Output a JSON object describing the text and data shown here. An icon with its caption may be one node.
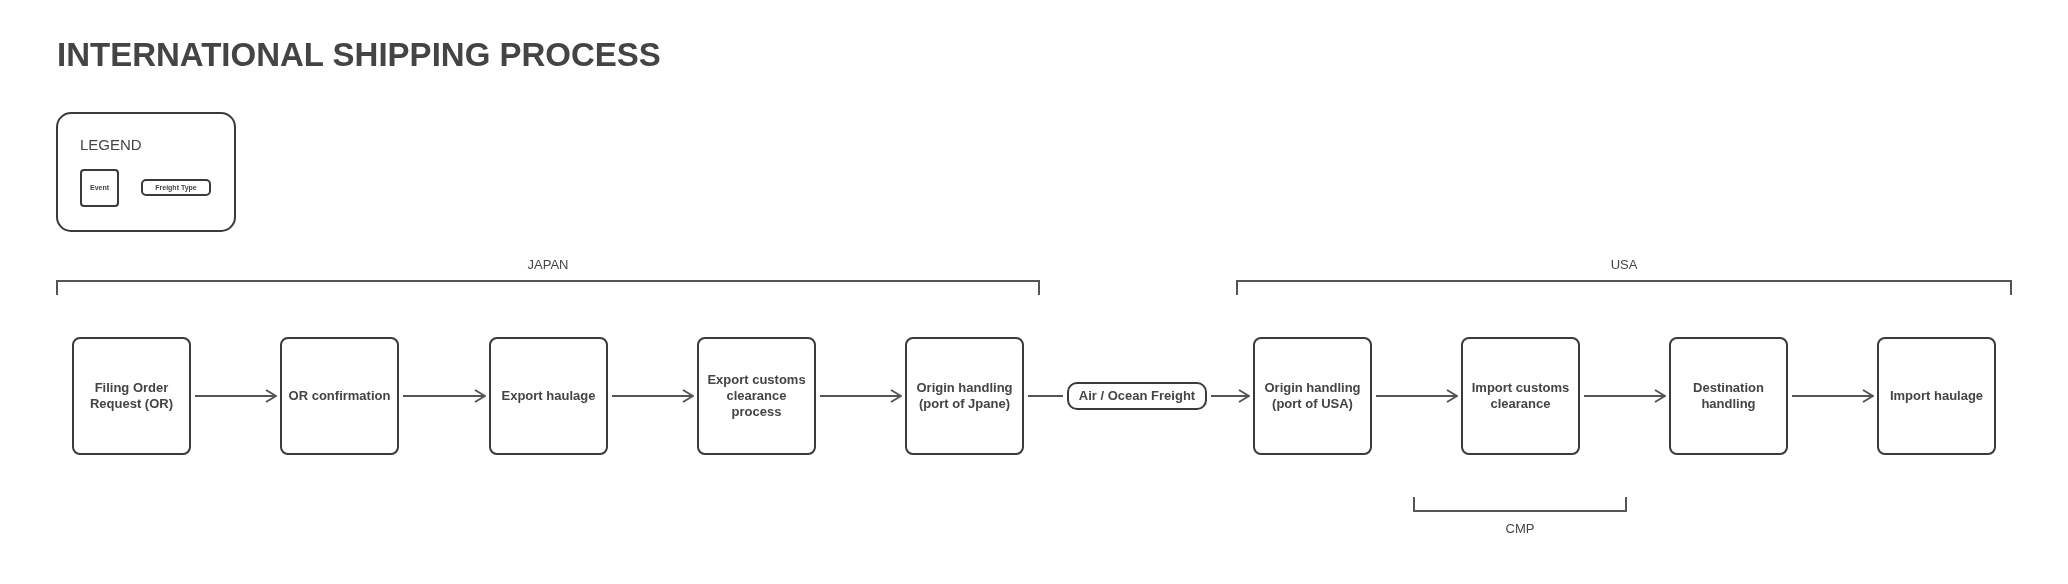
{
  "diagram": {
    "title": "INTERNATIONAL SHIPPING PROCESS",
    "nodes": [
      {
        "text": [
          "Filing Order Request (OR)"
        ]
      },
      {
        "text": [
          "OR confirmation"
        ]
      },
      {
        "text": [
          "Export haulage"
        ]
      },
      {
        "text": [
          "Export customs clearance process"
        ]
      },
      {
        "text": [
          "Origin handling (port of Jpane)"
        ]
      },
      {
        "text": [
          "Air / Ocean Freight"
        ]
      },
      {
        "text": [
          "Origin handling (port of USA)"
        ]
      },
      {
        "text": [
          "Import customs clearance"
        ]
      },
      {
        "text": [
          "Destination handling"
        ]
      },
      {
        "text": [
          "Import haulage"
        ]
      }
    ],
    "edges": [
      {
        "from": 0,
        "to": 1,
        "arrow": "to"
      },
      {
        "from": 1,
        "to": 2,
        "arrow": "to"
      },
      {
        "from": 2,
        "to": 3,
        "arrow": "to"
      },
      {
        "from": 3,
        "to": 4,
        "arrow": "to"
      },
      {
        "from": 4,
        "to": 5,
        "arrow": "none"
      },
      {
        "from": 5,
        "to": 6,
        "arrow": "to"
      },
      {
        "from": 6,
        "to": 7,
        "arrow": "to"
      },
      {
        "from": 7,
        "to": 8,
        "arrow": "to"
      },
      {
        "from": 8,
        "to": 9,
        "arrow": "to"
      }
    ],
    "labels": [
      "LEGEND",
      "JAPAN",
      "USA",
      "CMP"
    ],
    "legend": [
      {
        "text": "Event"
      },
      {
        "text": "Freight Type"
      }
    ]
  }
}
